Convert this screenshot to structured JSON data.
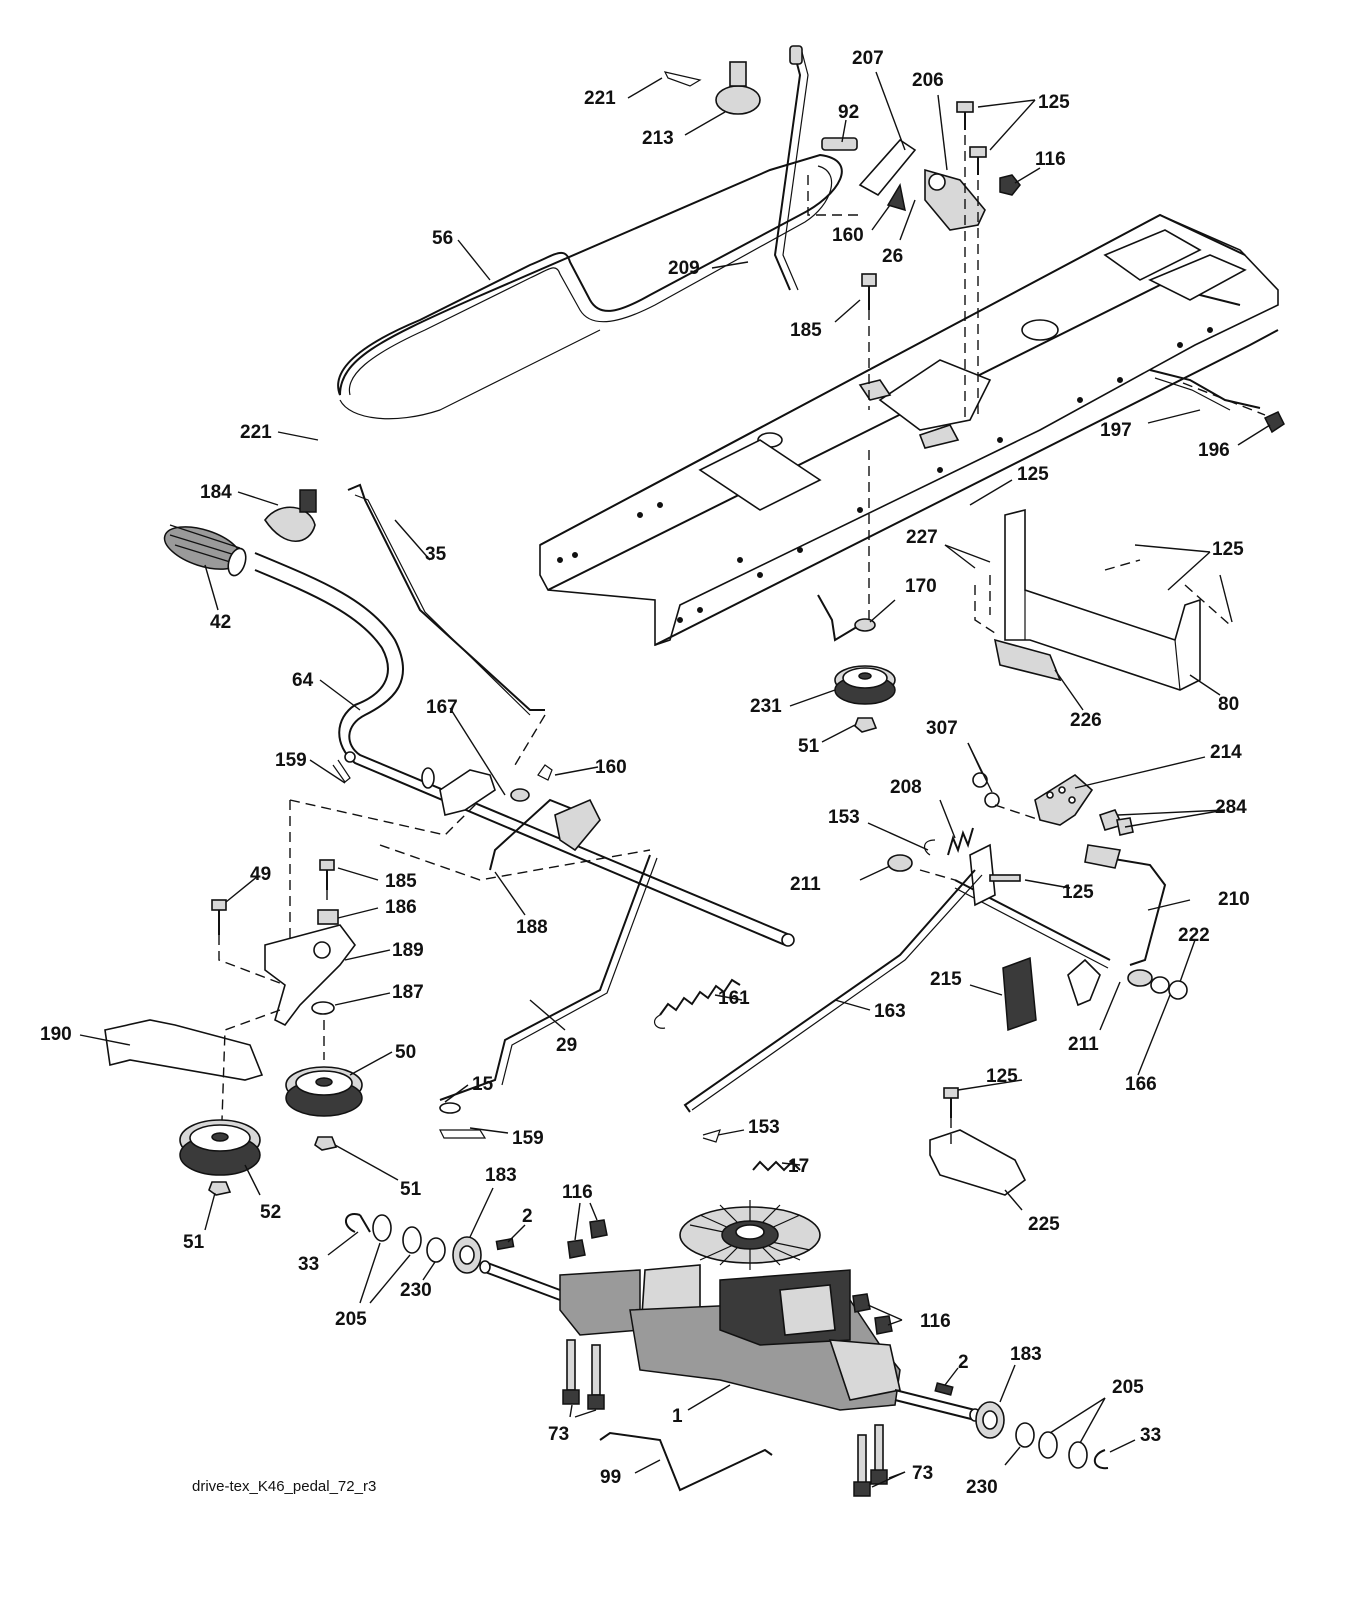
{
  "diagram": {
    "caption": "drive-tex_K46_pedal_72_r3",
    "callouts": [
      {
        "id": "c221a",
        "label": "221"
      },
      {
        "id": "c213",
        "label": "213"
      },
      {
        "id": "c56",
        "label": "56"
      },
      {
        "id": "c221b",
        "label": "221"
      },
      {
        "id": "c184",
        "label": "184"
      },
      {
        "id": "c42",
        "label": "42"
      },
      {
        "id": "c35",
        "label": "35"
      },
      {
        "id": "c64",
        "label": "64"
      },
      {
        "id": "c167",
        "label": "167"
      },
      {
        "id": "c160a",
        "label": "160"
      },
      {
        "id": "c159a",
        "label": "159"
      },
      {
        "id": "c185a",
        "label": "185"
      },
      {
        "id": "c186",
        "label": "186"
      },
      {
        "id": "c49",
        "label": "49"
      },
      {
        "id": "c188",
        "label": "188"
      },
      {
        "id": "c189",
        "label": "189"
      },
      {
        "id": "c187",
        "label": "187"
      },
      {
        "id": "c190",
        "label": "190"
      },
      {
        "id": "c50",
        "label": "50"
      },
      {
        "id": "c29",
        "label": "29"
      },
      {
        "id": "c161",
        "label": "161"
      },
      {
        "id": "c15",
        "label": "15"
      },
      {
        "id": "c159b",
        "label": "159"
      },
      {
        "id": "c51a",
        "label": "51"
      },
      {
        "id": "c52",
        "label": "52"
      },
      {
        "id": "c51b",
        "label": "51"
      },
      {
        "id": "c33a",
        "label": "33"
      },
      {
        "id": "c205a",
        "label": "205"
      },
      {
        "id": "c230a",
        "label": "230"
      },
      {
        "id": "c183a",
        "label": "183"
      },
      {
        "id": "c2a",
        "label": "2"
      },
      {
        "id": "c116a",
        "label": "116"
      },
      {
        "id": "c73a",
        "label": "73"
      },
      {
        "id": "c1",
        "label": "1"
      },
      {
        "id": "c99",
        "label": "99"
      },
      {
        "id": "c73b",
        "label": "73"
      },
      {
        "id": "c230b",
        "label": "230"
      },
      {
        "id": "c205b",
        "label": "205"
      },
      {
        "id": "c33b",
        "label": "33"
      },
      {
        "id": "c183b",
        "label": "183"
      },
      {
        "id": "c2b",
        "label": "2"
      },
      {
        "id": "c116b",
        "label": "116"
      },
      {
        "id": "c17",
        "label": "17"
      },
      {
        "id": "c153a",
        "label": "153"
      },
      {
        "id": "c163",
        "label": "163"
      },
      {
        "id": "c215",
        "label": "215"
      },
      {
        "id": "c211a",
        "label": "211"
      },
      {
        "id": "c153b",
        "label": "153"
      },
      {
        "id": "c208",
        "label": "208"
      },
      {
        "id": "c125a",
        "label": "125"
      },
      {
        "id": "c210",
        "label": "210"
      },
      {
        "id": "c222",
        "label": "222"
      },
      {
        "id": "c211b",
        "label": "211"
      },
      {
        "id": "c166",
        "label": "166"
      },
      {
        "id": "c125b",
        "label": "125"
      },
      {
        "id": "c225",
        "label": "225"
      },
      {
        "id": "c307",
        "label": "307"
      },
      {
        "id": "c214",
        "label": "214"
      },
      {
        "id": "c284",
        "label": "284"
      },
      {
        "id": "c51c",
        "label": "51"
      },
      {
        "id": "c231",
        "label": "231"
      },
      {
        "id": "c170",
        "label": "170"
      },
      {
        "id": "c227",
        "label": "227"
      },
      {
        "id": "c125c",
        "label": "125"
      },
      {
        "id": "c125d",
        "label": "125"
      },
      {
        "id": "c226",
        "label": "226"
      },
      {
        "id": "c80",
        "label": "80"
      },
      {
        "id": "c197",
        "label": "197"
      },
      {
        "id": "c196",
        "label": "196"
      },
      {
        "id": "c185b",
        "label": "185"
      },
      {
        "id": "c209",
        "label": "209"
      },
      {
        "id": "c92",
        "label": "92"
      },
      {
        "id": "c207",
        "label": "207"
      },
      {
        "id": "c206",
        "label": "206"
      },
      {
        "id": "c125e",
        "label": "125"
      },
      {
        "id": "c116c",
        "label": "116"
      },
      {
        "id": "c160b",
        "label": "160"
      },
      {
        "id": "c26",
        "label": "26"
      }
    ]
  }
}
